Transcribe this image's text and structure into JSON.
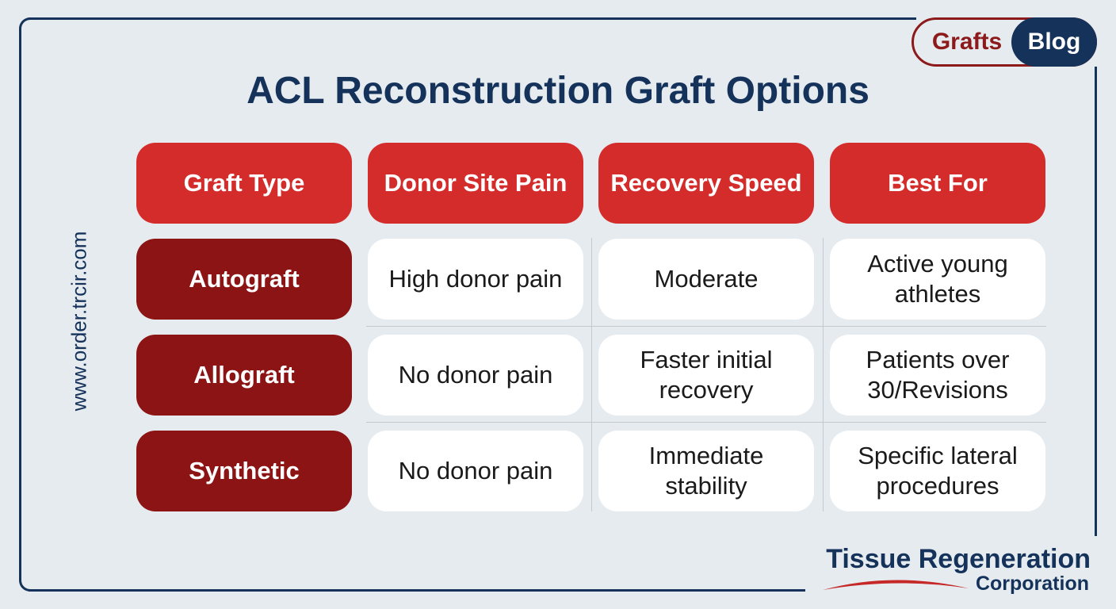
{
  "nav": {
    "tabs": [
      "Grafts",
      "Blog"
    ]
  },
  "title": "ACL Reconstruction Graft Options",
  "side_url": "www.order.trcir.com",
  "table": {
    "headers": [
      "Graft Type",
      "Donor Site Pain",
      "Recovery Speed",
      "Best For"
    ],
    "rows": [
      [
        "Autograft",
        "High donor pain",
        "Moderate",
        "Active young athletes"
      ],
      [
        "Allograft",
        "No donor pain",
        "Faster initial recovery",
        "Patients over 30/Revisions"
      ],
      [
        "Synthetic",
        "No donor pain",
        "Immediate stability",
        "Specific lateral procedures"
      ]
    ]
  },
  "logo": {
    "line1": "Tissue Regeneration",
    "line2": "Corporation"
  },
  "colors": {
    "navy": "#14325a",
    "header_red": "#d42b2b",
    "row_dark_red": "#8c1414",
    "background": "#e6ebef"
  }
}
